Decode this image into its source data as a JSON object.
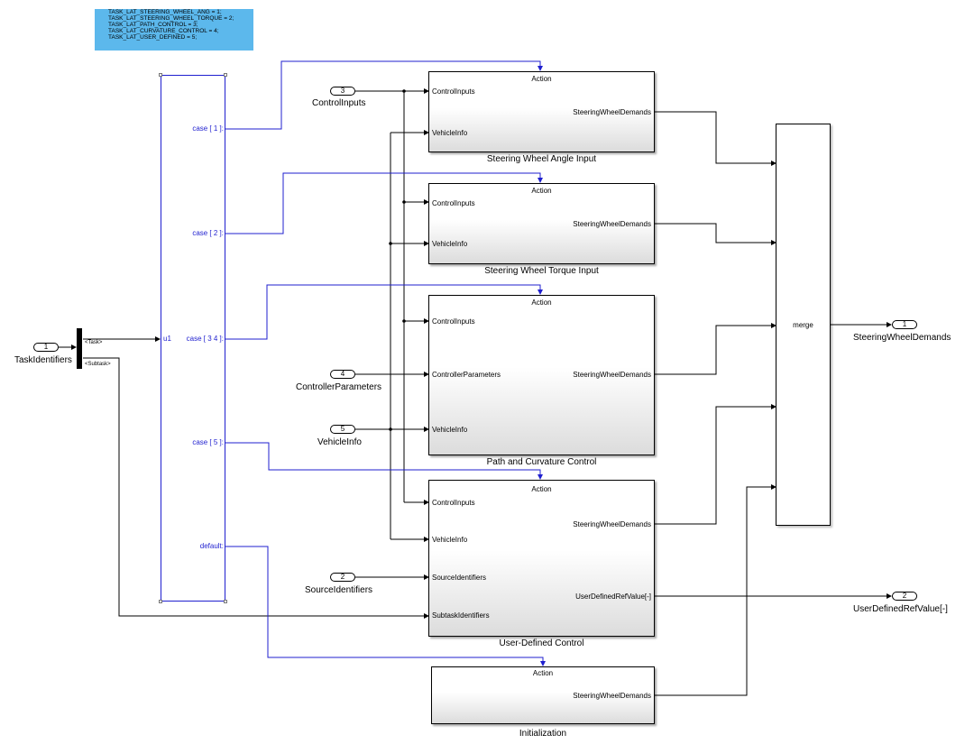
{
  "note": {
    "lines": [
      "TASK_LAT_STEERING_WHEEL_ANG = 1;",
      "TASK_LAT_STEERING_WHEEL_TORQUE = 2;",
      "TASK_LAT_PATH_CONTROL = 3;",
      "TASK_LAT_CURVATURE_CONTROL = 4;",
      "TASK_LAT_USER_DEFINED = 5;"
    ]
  },
  "inports": [
    {
      "number": "1",
      "name": "TaskIdentifiers"
    },
    {
      "number": "3",
      "name": "ControlInputs"
    },
    {
      "number": "4",
      "name": "ControllerParameters"
    },
    {
      "number": "5",
      "name": "VehicleInfo"
    },
    {
      "number": "2",
      "name": "SourceIdentifiers"
    }
  ],
  "outports": [
    {
      "number": "1",
      "name": "SteeringWheelDemands"
    },
    {
      "number": "2",
      "name": "UserDefinedRefValue[-]"
    }
  ],
  "bus_selector": {
    "out1": "<Task>",
    "out2": "<Subtask>"
  },
  "switch_case": {
    "input": "u1",
    "cases": [
      "case [ 1 ]:",
      "case [ 2 ]:",
      "case [ 3 4 ]:",
      "case [ 5 ]:",
      "default:"
    ]
  },
  "subsystems": [
    {
      "name": "Steering Wheel Angle Input",
      "action": "Action",
      "inputs": [
        "ControlInputs",
        "VehicleInfo"
      ],
      "outputs": [
        "SteeringWheelDemands"
      ]
    },
    {
      "name": "Steering Wheel Torque Input",
      "action": "Action",
      "inputs": [
        "ControlInputs",
        "VehicleInfo"
      ],
      "outputs": [
        "SteeringWheelDemands"
      ]
    },
    {
      "name": "Path and Curvature Control",
      "action": "Action",
      "inputs": [
        "ControlInputs",
        "ControllerParameters",
        "VehicleInfo"
      ],
      "outputs": [
        "SteeringWheelDemands"
      ]
    },
    {
      "name": "User-Defined Control",
      "action": "Action",
      "inputs": [
        "ControlInputs",
        "VehicleInfo",
        "SourceIdentifiers",
        "SubtaskIdentifiers"
      ],
      "outputs": [
        "SteeringWheelDemands",
        "UserDefinedRefValue[-]"
      ]
    },
    {
      "name": "Initialization",
      "action": "Action",
      "inputs": [],
      "outputs": [
        "SteeringWheelDemands"
      ]
    }
  ],
  "merge": {
    "label": "merge"
  },
  "colors": {
    "action_line": "#1f1fcf",
    "signal_line": "#000000",
    "note_bg": "#5cb8ec"
  }
}
